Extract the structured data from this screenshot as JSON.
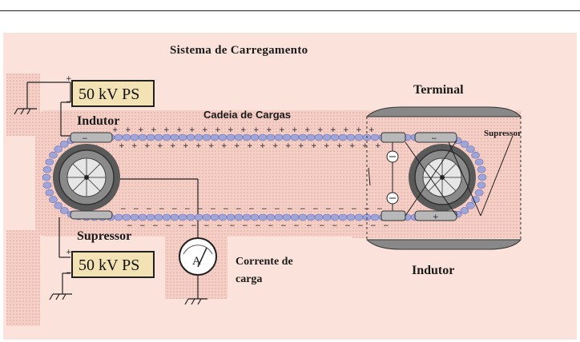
{
  "title": "Sistema de Carregamento",
  "labels": {
    "power_supply_top": "50 kV PS",
    "power_supply_bottom": "50 kV PS",
    "inductor_left": "Indutor",
    "suppressor_left": "Supressor",
    "chain": "Cadeia de Cargas",
    "terminal": "Terminal",
    "suppressor_right": "Supressor",
    "inductor_right": "Indutor",
    "current_line1": "Corrente de",
    "current_line2": "carga",
    "ammeter": "A",
    "plus": "+",
    "minus": "−"
  },
  "colors": {
    "background_panel": "#fbe3db",
    "ps_box": "#f3e2b3",
    "chain_bead": "#9fa5d9",
    "wheel": "#8a8a8a"
  }
}
